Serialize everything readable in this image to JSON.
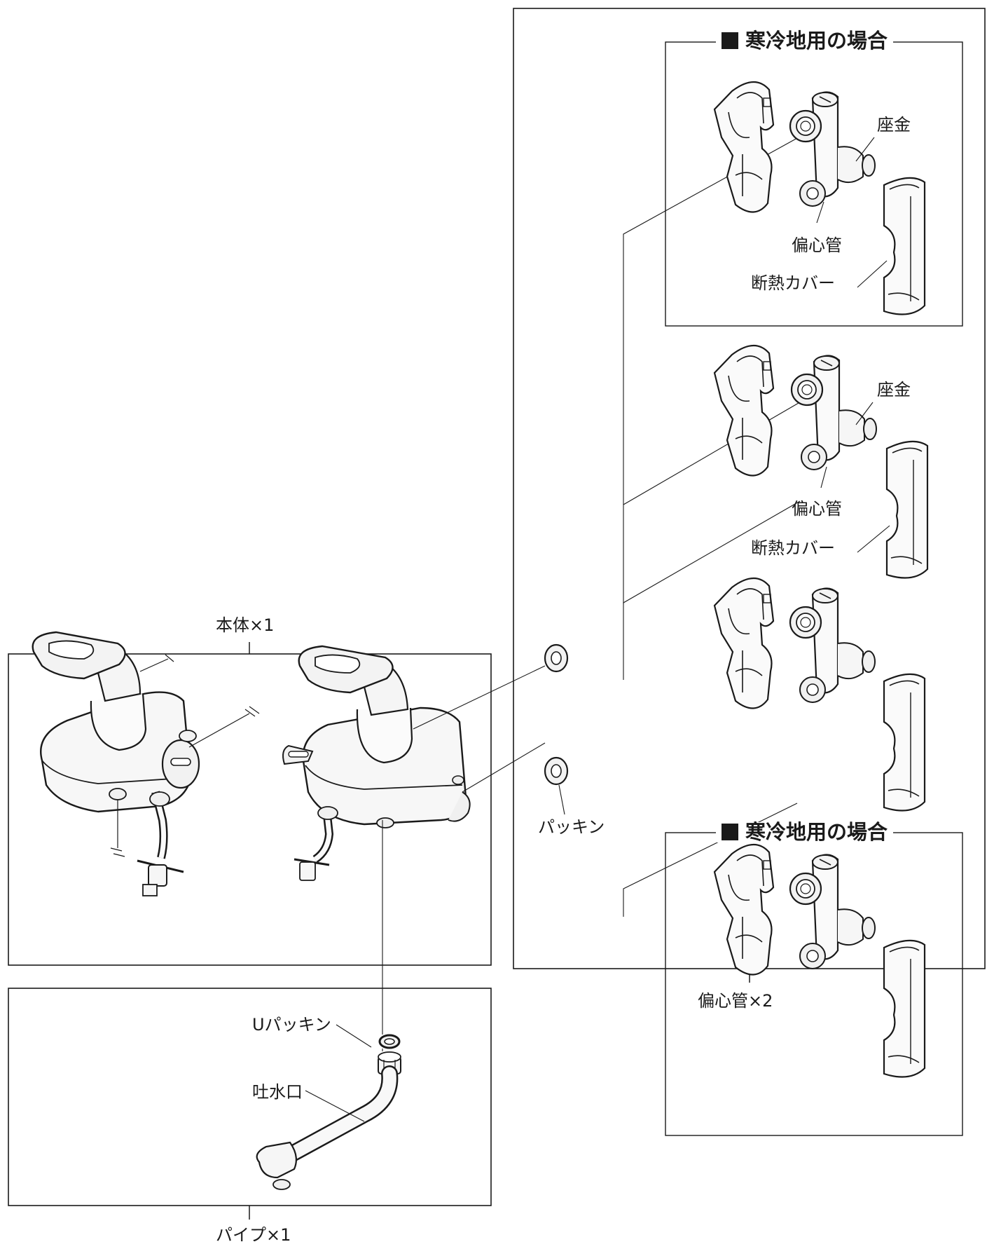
{
  "labels": {
    "hontai": "本体×1",
    "pipe": "パイプ×1",
    "henshinkan_total": "偏心管×2",
    "packing": "パッキン",
    "u_packing": "Uパッキン",
    "spout": "吐水口"
  },
  "eccentric_groups": [
    {
      "header": "寒冷地用の場合",
      "washer": "座金",
      "eccentric_pipe": "偏心管",
      "insulation_cover": "断熱カバー"
    },
    {
      "washer": "座金",
      "eccentric_pipe": "偏心管",
      "insulation_cover": "断熱カバー"
    },
    {},
    {
      "header": "寒冷地用の場合"
    }
  ]
}
